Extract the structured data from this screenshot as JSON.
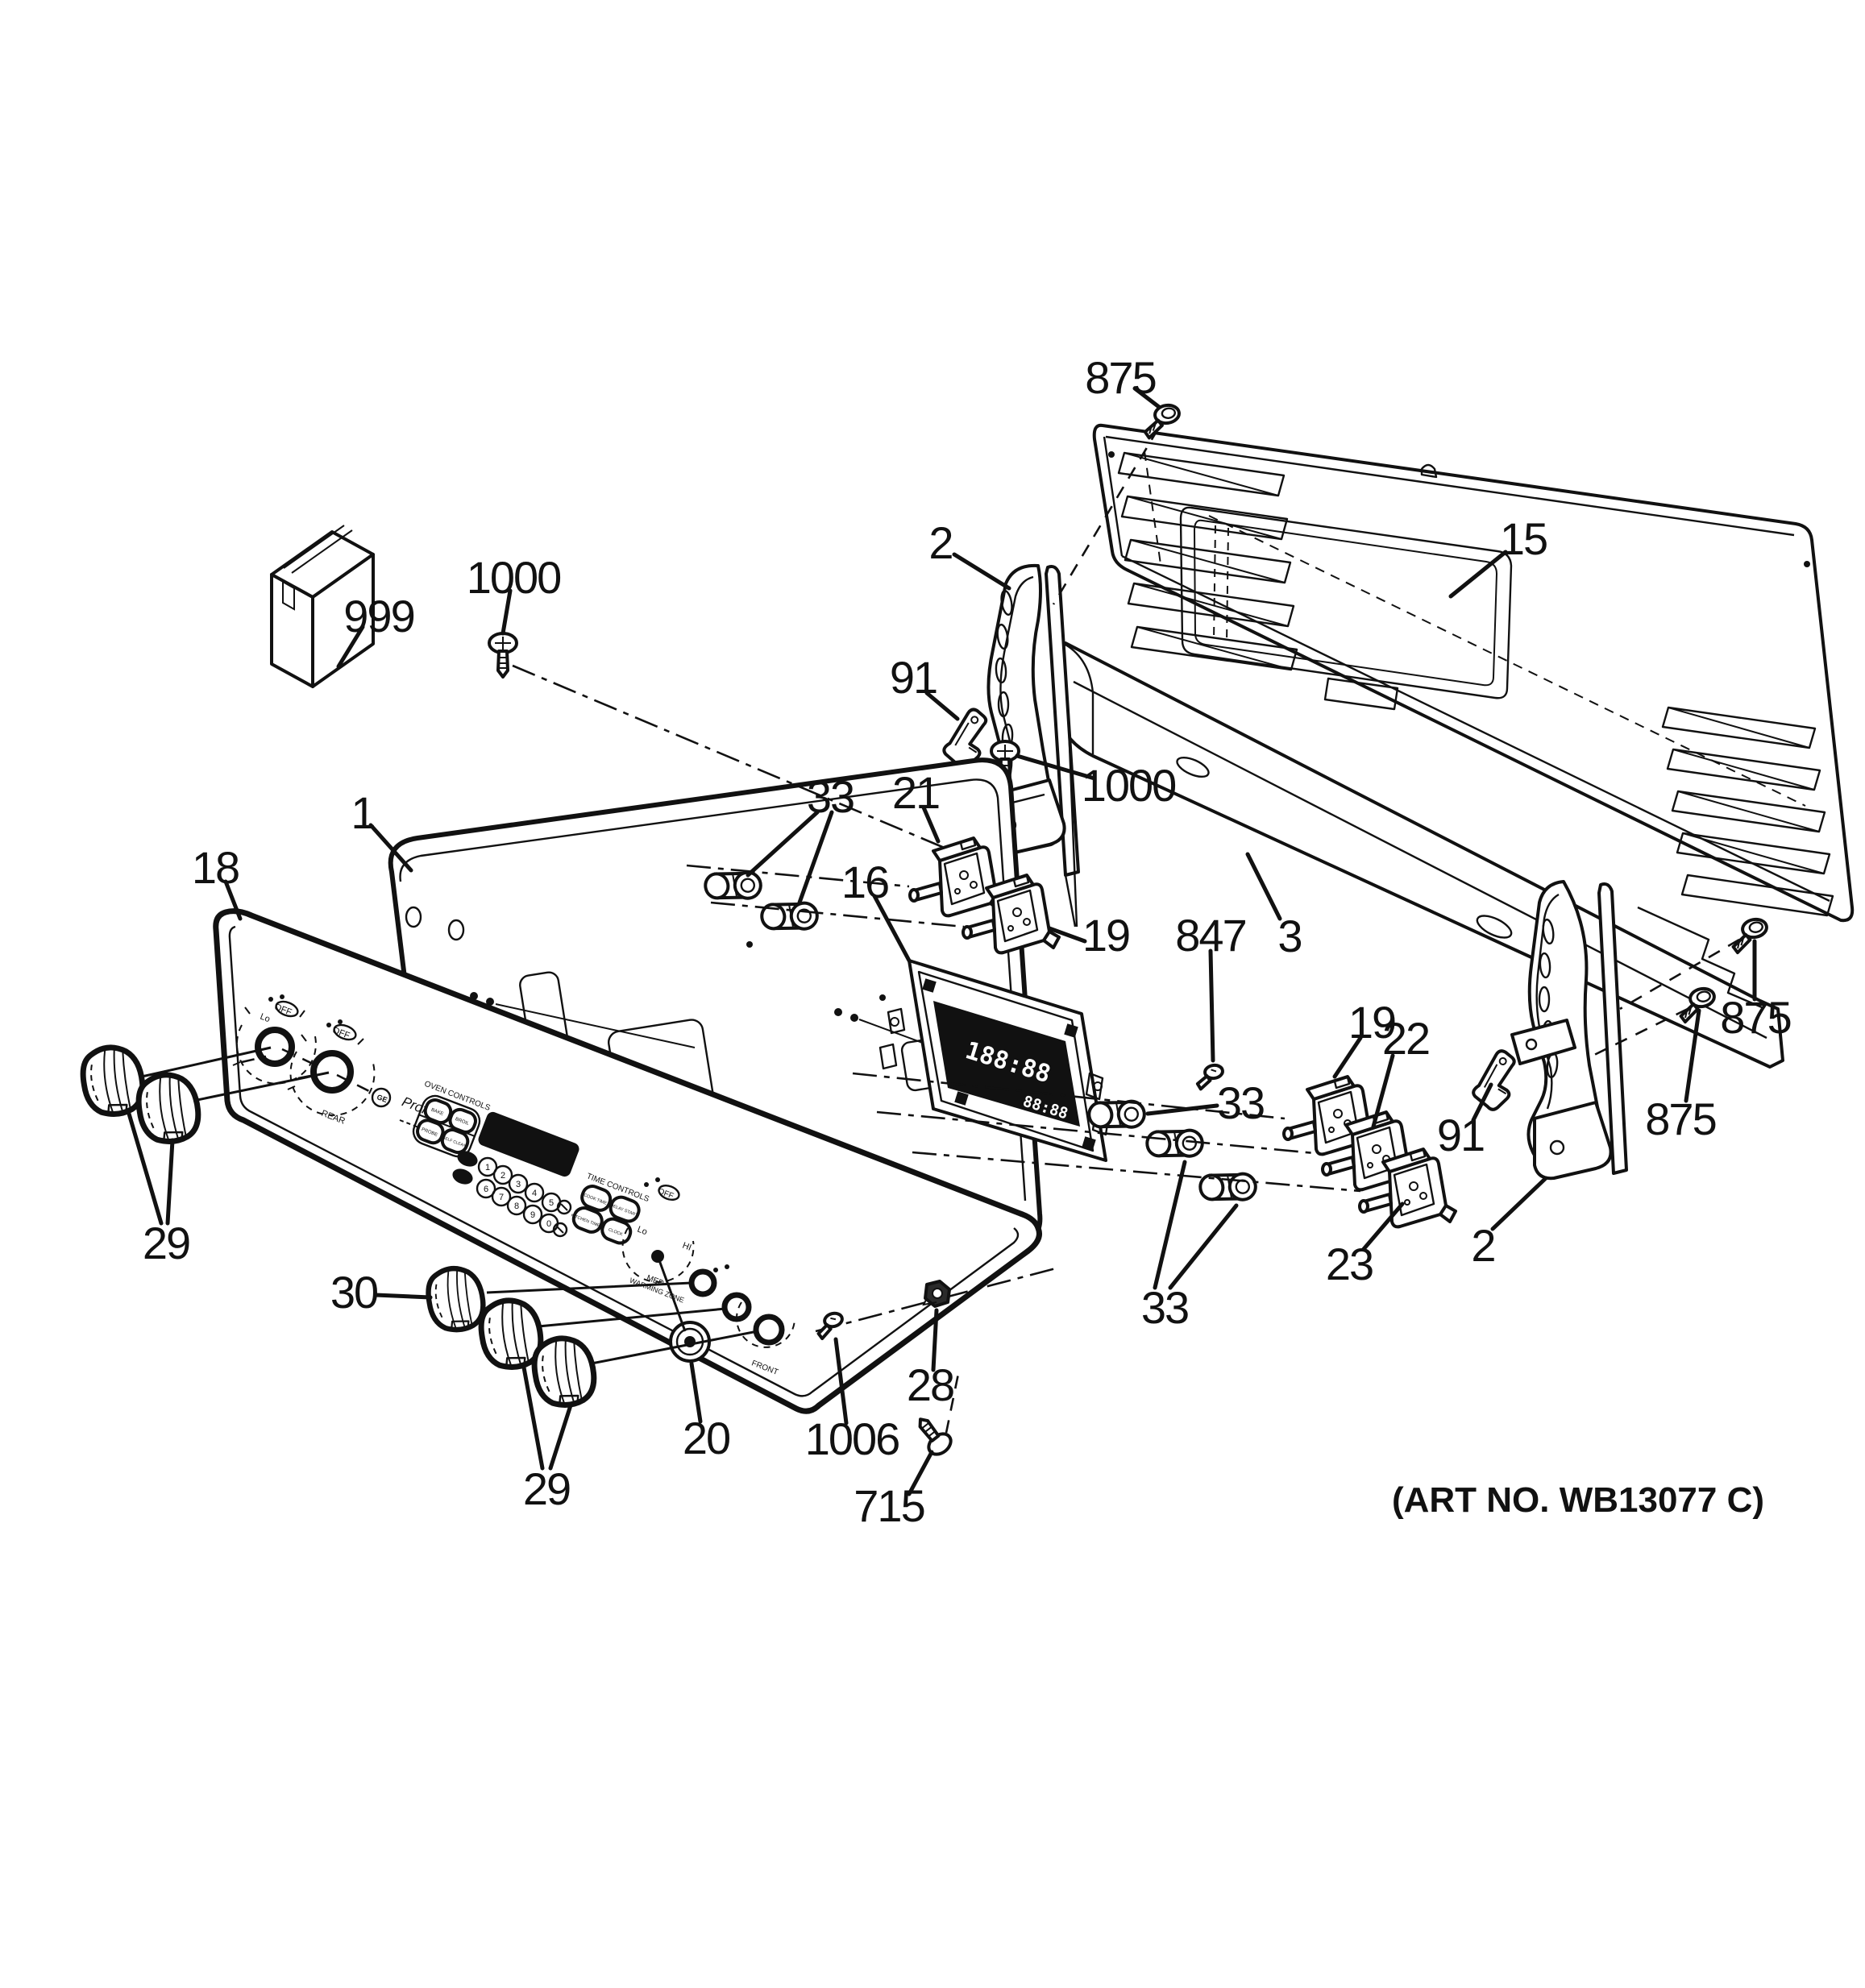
{
  "artwork": {
    "art_no": "(ART NO. WB13077 C)"
  },
  "callouts": [
    {
      "id": "875-top",
      "text": "875"
    },
    {
      "id": "2-left",
      "text": "2"
    },
    {
      "id": "15",
      "text": "15"
    },
    {
      "id": "999",
      "text": "999"
    },
    {
      "id": "1000-top",
      "text": "1000"
    },
    {
      "id": "91-left",
      "text": "91"
    },
    {
      "id": "1000-mid",
      "text": "1000"
    },
    {
      "id": "33-top",
      "text": "33"
    },
    {
      "id": "21",
      "text": "21"
    },
    {
      "id": "16",
      "text": "16"
    },
    {
      "id": "1",
      "text": "1"
    },
    {
      "id": "18",
      "text": "18"
    },
    {
      "id": "19-left",
      "text": "19"
    },
    {
      "id": "847",
      "text": "847"
    },
    {
      "id": "3",
      "text": "3"
    },
    {
      "id": "33-mid",
      "text": "33"
    },
    {
      "id": "19-right",
      "text": "19"
    },
    {
      "id": "22",
      "text": "22"
    },
    {
      "id": "23",
      "text": "23"
    },
    {
      "id": "33-bottom",
      "text": "33"
    },
    {
      "id": "91-right",
      "text": "91"
    },
    {
      "id": "875-right-a",
      "text": "875"
    },
    {
      "id": "875-right-b",
      "text": "875"
    },
    {
      "id": "2-right",
      "text": "2"
    },
    {
      "id": "29-left",
      "text": "29"
    },
    {
      "id": "30",
      "text": "30"
    },
    {
      "id": "29-bottom",
      "text": "29"
    },
    {
      "id": "20",
      "text": "20"
    },
    {
      "id": "1006",
      "text": "1006"
    },
    {
      "id": "28",
      "text": "28"
    },
    {
      "id": "715",
      "text": "715"
    }
  ],
  "overlay": {
    "brand": "Profile",
    "logo_monogram": "GE",
    "oven_heading": "OVEN CONTROLS",
    "oven_buttons": [
      "BAKE",
      "BROIL",
      "PROBE",
      "SELF CLEAN"
    ],
    "time_heading": "TIME CONTROLS",
    "time_buttons": [
      "COOK TIME",
      "DELAY START",
      "KITCHEN TIMER",
      "CLOCK"
    ],
    "keypad": [
      "1",
      "2",
      "3",
      "4",
      "5",
      "6",
      "7",
      "8",
      "9",
      "0"
    ],
    "dial_labels": {
      "off1": "OFF",
      "off2": "OFF",
      "off3": "OFF",
      "rear": "REAR",
      "front": "FRONT",
      "lo": "Lo",
      "hi": "HI",
      "med": "MED",
      "warming_zone": "WARMING ZONE"
    }
  },
  "board": {
    "display_left": "188:88",
    "display_right": "88:88"
  }
}
